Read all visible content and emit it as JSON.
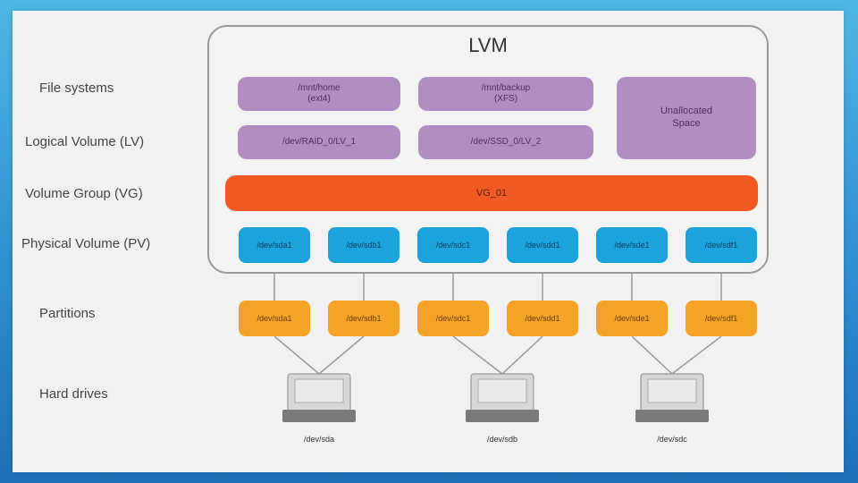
{
  "diagram": {
    "title": "LVM",
    "row_labels": {
      "file_systems": "File systems",
      "logical_volume": "Logical Volume (LV)",
      "volume_group": "Volume Group (VG)",
      "physical_volume": "Physical Volume (PV)",
      "partitions": "Partitions",
      "hard_drives": "Hard drives"
    },
    "file_systems": [
      {
        "line1": "/mnt/home",
        "line2": "(ext4)"
      },
      {
        "line1": "/mnt/backup",
        "line2": "(XFS)"
      }
    ],
    "unallocated": {
      "line1": "Unallocated",
      "line2": "Space"
    },
    "logical_volumes": [
      "/dev/RAID_0/LV_1",
      "/dev/SSD_0/LV_2"
    ],
    "volume_group": "VG_01",
    "physical_volumes": [
      "/dev/sda1",
      "/dev/sdb1",
      "/dev/sdc1",
      "/dev/sdd1",
      "/dev/sde1",
      "/dev/sdf1"
    ],
    "partitions": [
      "/dev/sda1",
      "/dev/sdb1",
      "/dev/sdc1",
      "/dev/sdd1",
      "/dev/sde1",
      "/dev/sdf1"
    ],
    "drives": [
      "/dev/sda",
      "/dev/sdb",
      "/dev/sdc"
    ],
    "colors": {
      "file_system": "#b08ec2",
      "volume_group": "#ef5a23",
      "physical_volume": "#1aa3dc",
      "partition": "#f4a326"
    }
  }
}
